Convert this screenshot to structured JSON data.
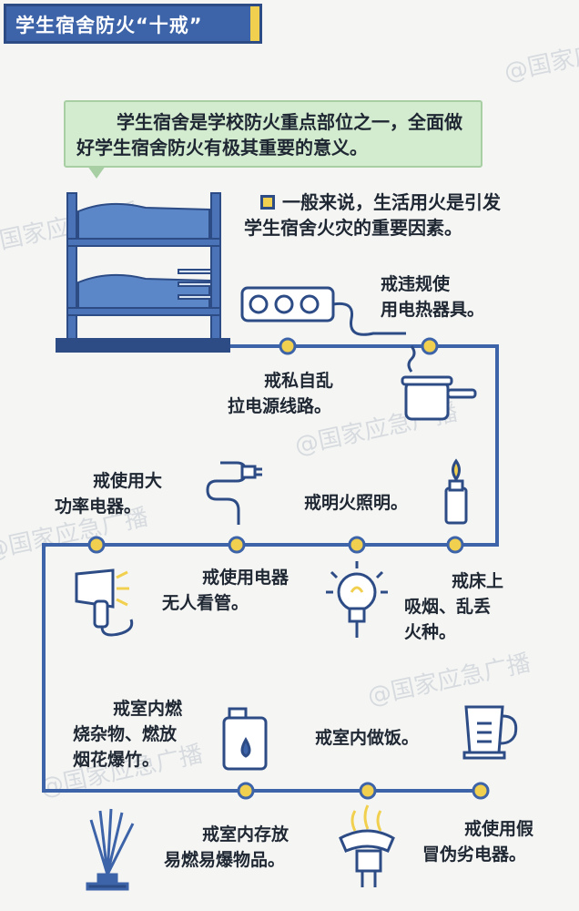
{
  "header": {
    "title": "学生宿舍防火“十戒”"
  },
  "intro": {
    "text": "学生宿舍是学校防火重点部位之一，全面做好学生宿舍防火有极其重要的意义。"
  },
  "subtitle": {
    "text": "一般来说，生活用火是引发学生宿舍火灾的重要因素。"
  },
  "rules": [
    {
      "line1": "戒违规使",
      "line2": "用电热器具。"
    },
    {
      "line1": "戒私自乱",
      "line2": "拉电源线路。"
    },
    {
      "line1": "戒使用大",
      "line2": "功率电器。"
    },
    {
      "line1": "戒明火照明。",
      "line2": ""
    },
    {
      "line1": "戒使用电器",
      "line2": "无人看管。"
    },
    {
      "line1": "戒床上",
      "line2": "吸烟、乱丢",
      "line3": "火种。"
    },
    {
      "line1": "戒室内燃",
      "line2": "烧杂物、燃放",
      "line3": "烟花爆竹。"
    },
    {
      "line1": "戒室内做饭。",
      "line2": ""
    },
    {
      "line1": "戒室内存放",
      "line2": "易燃易爆物品。"
    },
    {
      "line1": "戒使用假",
      "line2": "冒伪劣电器。"
    }
  ],
  "watermark": {
    "text": "@国家应急广播"
  },
  "icons": {
    "bunk_bed": "bunk-bed-icon",
    "power_strip": "power-strip-icon",
    "electric_pot": "electric-pot-icon",
    "plug_cable": "plug-cable-icon",
    "lighter": "lighter-icon",
    "hair_dryer": "hair-dryer-icon",
    "light_bulb": "light-bulb-icon",
    "fuel_can": "fuel-can-icon",
    "kettle": "kettle-icon",
    "sparkler": "sparkler-icon",
    "burning_plug": "burning-plug-icon"
  },
  "colors": {
    "primary_blue": "#3d63a8",
    "dark_blue": "#2d4c86",
    "accent_yellow": "#f2d04f",
    "intro_green": "#d3ebcf",
    "background": "#f5f6f4"
  }
}
